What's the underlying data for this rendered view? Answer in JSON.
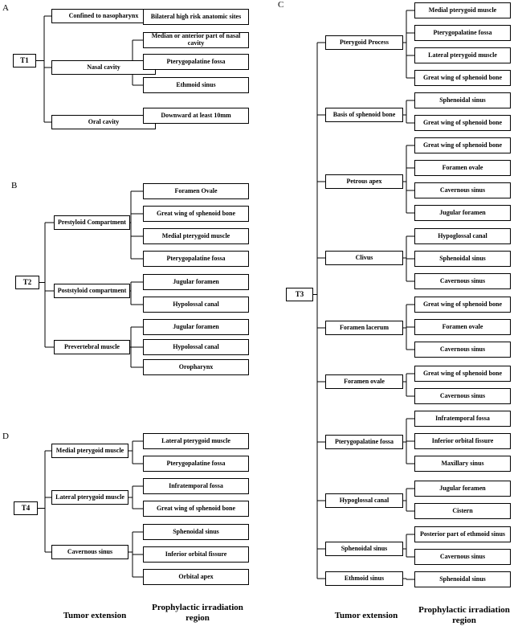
{
  "panels": [
    {
      "label": "A",
      "root": "T1",
      "groups": [
        {
          "name": "Confined to nasopharynx",
          "children": [
            "Bilateral high risk anatomic sites"
          ]
        },
        {
          "name": "Nasal cavity",
          "children": [
            "Median or anterior part of nasal cavity",
            "Pterygopalatine fossa",
            "Ethmoid sinus"
          ]
        },
        {
          "name": "Oral cavity",
          "children": [
            "Downward at least 10mm"
          ]
        }
      ]
    },
    {
      "label": "B",
      "root": "T2",
      "groups": [
        {
          "name": "Prestyloid Compartment",
          "children": [
            "Foramen Ovale",
            "Great wing of sphenoid bone",
            "Medial pterygoid muscle",
            "Pterygopalatine fossa"
          ]
        },
        {
          "name": "Poststyloid compartment",
          "children": [
            "Jugular foramen",
            "Hypolossal canal"
          ]
        },
        {
          "name": "Prevertebral muscle",
          "children": [
            "Jugular foramen",
            "Hypolossal canal",
            "Oropharynx"
          ]
        }
      ]
    },
    {
      "label": "C",
      "root": "T3",
      "groups": [
        {
          "name": "Pterygoid Process",
          "children": [
            "Medial pterygoid muscle",
            "Pterygopalatine fossa",
            "Lateral pterygoid muscle",
            "Great wing of sphenoid bone"
          ]
        },
        {
          "name": "Basis of sphenoid bone",
          "children": [
            "Sphenoidal sinus",
            "Great wing of sphenoid bone"
          ]
        },
        {
          "name": "Petrous apex",
          "children": [
            "Great wing of sphenoid bone",
            "Foramen ovale",
            "Cavernous sinus",
            "Jugular foramen"
          ]
        },
        {
          "name": "Clivus",
          "children": [
            "Hypoglossal canal",
            "Sphenoidal sinus",
            "Cavernous sinus"
          ]
        },
        {
          "name": "Foramen lacerum",
          "children": [
            "Great wing of sphenoid bone",
            "Foramen ovale",
            "Cavernous sinus"
          ]
        },
        {
          "name": "Foramen ovale",
          "children": [
            "Great wing of sphenoid bone",
            "Cavernous sinus"
          ]
        },
        {
          "name": "Pterygopalatine fossa",
          "children": [
            "Infratemporal fossa",
            "Inferior orbital fissure",
            "Maxillary sinus"
          ]
        },
        {
          "name": "Hypoglossal canal",
          "children": [
            "Jugular foramen",
            "Cistern"
          ]
        },
        {
          "name": "Sphenoidal sinus",
          "children": [
            "Posterior part of ethmoid sinus",
            "Cavernous sinus"
          ]
        },
        {
          "name": "Ethmoid sinus",
          "children": [
            "Sphenoidal sinus"
          ]
        }
      ]
    },
    {
      "label": "D",
      "root": "T4",
      "groups": [
        {
          "name": "Medial pterygoid muscle",
          "children": [
            "Lateral pterygoid muscle",
            "Pterygopalatine fossa"
          ]
        },
        {
          "name": "Lateral pterygoid muscle",
          "children": [
            "Infratemporal fossa",
            "Great wing of sphenoid bone"
          ]
        },
        {
          "name": "Cavernous sinus",
          "children": [
            "Sphenoidal sinus",
            "Inferior orbital fissure",
            "Orbital apex"
          ]
        }
      ]
    }
  ],
  "footer": {
    "left_col1": "Tumor extension",
    "left_col2": "Prophylactic irradiation region",
    "right_col1": "Tumor extension",
    "right_col2": "Prophylactic irradiation region"
  }
}
